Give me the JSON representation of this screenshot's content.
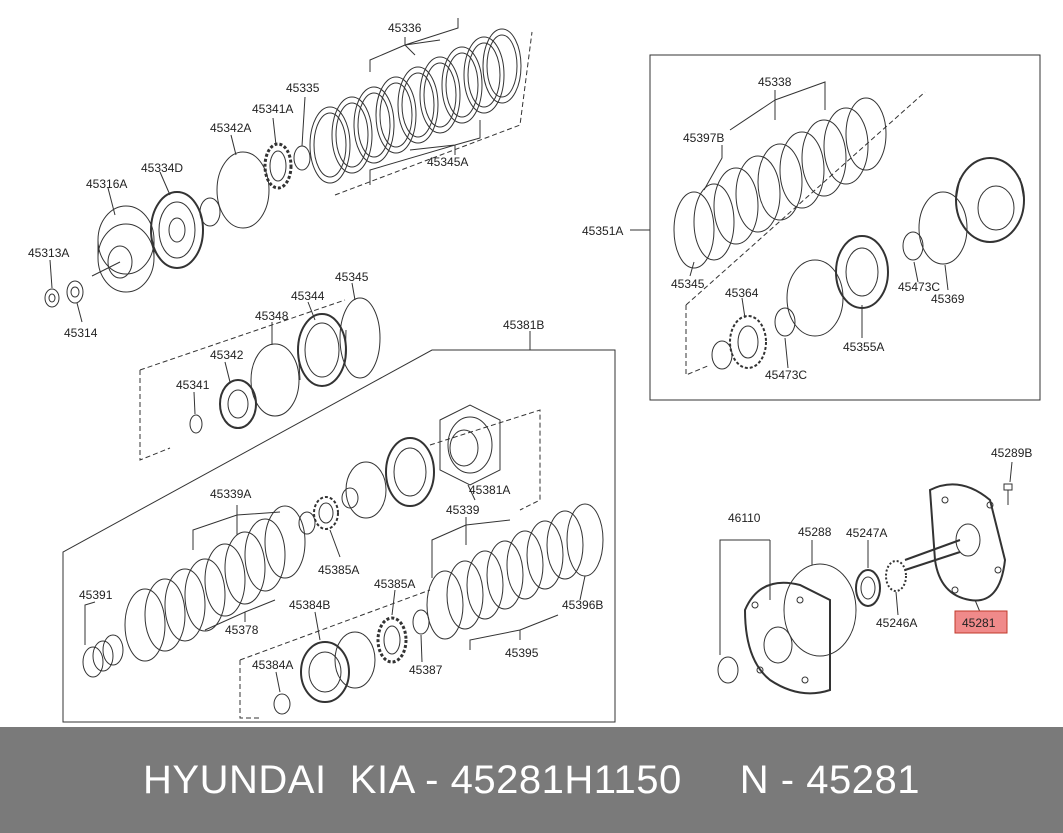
{
  "diagram": {
    "highlight_color": "#f08a8a",
    "labels": {
      "p45336": "45336",
      "p45335": "45335",
      "p45341A": "45341A",
      "p45342A": "45342A",
      "p45334D": "45334D",
      "p45316A": "45316A",
      "p45313A": "45313A",
      "p45314": "45314",
      "p45345A": "45345A",
      "p45345": "45345",
      "p45344": "45344",
      "p45348": "45348",
      "p45342": "45342",
      "p45341": "45341",
      "p45381B": "45381B",
      "p45381A": "45381A",
      "p45339A": "45339A",
      "p45339": "45339",
      "p45385A_1": "45385A",
      "p45385A_2": "45385A",
      "p45391": "45391",
      "p45378": "45378",
      "p45384B": "45384B",
      "p45384A": "45384A",
      "p45387": "45387",
      "p45395": "45395",
      "p45396B": "45396B",
      "p45338": "45338",
      "p45397B": "45397B",
      "p45351A": "45351A",
      "p45345_r": "45345",
      "p45364": "45364",
      "p45473C_1": "45473C",
      "p45473C_2": "45473C",
      "p45355A": "45355A",
      "p45369": "45369",
      "p45289B": "45289B",
      "p46110": "46110",
      "p45288": "45288",
      "p45247A": "45247A",
      "p45246A": "45246A",
      "p45281": "45281"
    }
  },
  "footer": {
    "text": "HYUNDAI  KIA - 45281H1150     N - 45281"
  }
}
